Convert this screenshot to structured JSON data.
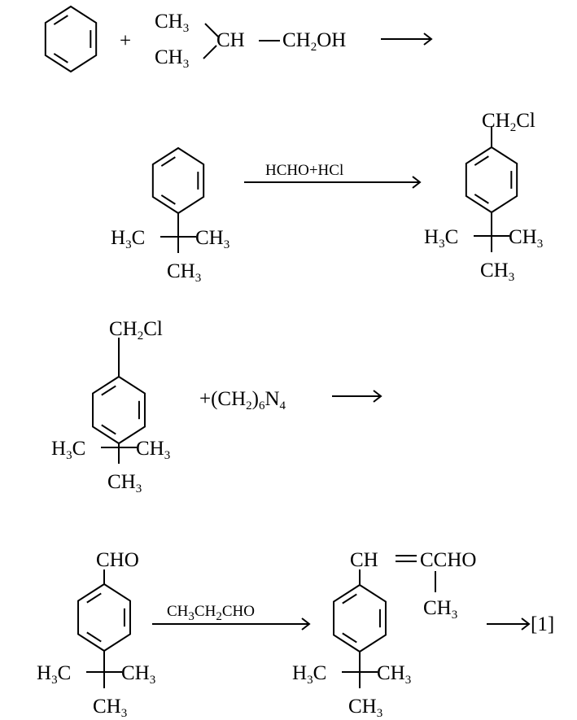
{
  "colors": {
    "ink": "#000000",
    "background": "#ffffff"
  },
  "reaction1": {
    "plus": "+",
    "methyl_top": [
      [
        "CH",
        ""
      ],
      [
        "3",
        "sub"
      ]
    ],
    "methyl_bottom": [
      [
        "CH",
        ""
      ],
      [
        "3",
        "sub"
      ]
    ],
    "ch": [
      [
        "CH",
        ""
      ]
    ],
    "ch2oh": [
      [
        "CH",
        ""
      ],
      [
        "2",
        "sub"
      ],
      [
        "OH",
        ""
      ]
    ]
  },
  "reaction2": {
    "reagent": [
      [
        "HCHO+HCl",
        ""
      ]
    ],
    "reactant": {
      "h3c": [
        [
          "H",
          ""
        ],
        [
          "3",
          "sub"
        ],
        [
          "C",
          ""
        ]
      ],
      "ch3_right": [
        [
          "CH",
          ""
        ],
        [
          "3",
          "sub"
        ]
      ],
      "ch3_bottom": [
        [
          "CH",
          ""
        ],
        [
          "3",
          "sub"
        ]
      ]
    },
    "product": {
      "ch2cl": [
        [
          "CH",
          ""
        ],
        [
          "2",
          "sub"
        ],
        [
          "Cl",
          ""
        ]
      ],
      "h3c": [
        [
          "H",
          ""
        ],
        [
          "3",
          "sub"
        ],
        [
          "C",
          ""
        ]
      ],
      "ch3_right": [
        [
          "CH",
          ""
        ],
        [
          "3",
          "sub"
        ]
      ],
      "ch3_bottom": [
        [
          "CH",
          ""
        ],
        [
          "3",
          "sub"
        ]
      ]
    }
  },
  "reaction3": {
    "ch2cl": [
      [
        "CH",
        ""
      ],
      [
        "2",
        "sub"
      ],
      [
        "Cl",
        ""
      ]
    ],
    "h3c": [
      [
        "H",
        ""
      ],
      [
        "3",
        "sub"
      ],
      [
        "C",
        ""
      ]
    ],
    "ch3_right": [
      [
        "CH",
        ""
      ],
      [
        "3",
        "sub"
      ]
    ],
    "ch3_bottom": [
      [
        "CH",
        ""
      ],
      [
        "3",
        "sub"
      ]
    ],
    "reagent": [
      [
        "+(CH",
        ""
      ],
      [
        "2",
        "sub"
      ],
      [
        ")",
        ""
      ],
      [
        "6",
        "sub"
      ],
      [
        "N",
        ""
      ],
      [
        "4",
        "sub"
      ]
    ]
  },
  "reaction4": {
    "reagent": [
      [
        "CH",
        ""
      ],
      [
        "3",
        "sub"
      ],
      [
        "CH",
        ""
      ],
      [
        "2",
        "sub"
      ],
      [
        "CHO",
        ""
      ]
    ],
    "reactant": {
      "cho": [
        [
          "CHO",
          ""
        ]
      ],
      "h3c": [
        [
          "H",
          ""
        ],
        [
          "3",
          "sub"
        ],
        [
          "C",
          ""
        ]
      ],
      "ch3_right": [
        [
          "CH",
          ""
        ],
        [
          "3",
          "sub"
        ]
      ],
      "ch3_bottom": [
        [
          "CH",
          ""
        ],
        [
          "3",
          "sub"
        ]
      ]
    },
    "product": {
      "ch": [
        [
          "CH",
          ""
        ]
      ],
      "ccho": [
        [
          "CCHO",
          ""
        ]
      ],
      "ch3_branch": [
        [
          "CH",
          ""
        ],
        [
          "3",
          "sub"
        ]
      ],
      "h3c": [
        [
          "H",
          ""
        ],
        [
          "3",
          "sub"
        ],
        [
          "C",
          ""
        ]
      ],
      "ch3_right": [
        [
          "CH",
          ""
        ],
        [
          "3",
          "sub"
        ]
      ],
      "ch3_bottom": [
        [
          "CH",
          ""
        ],
        [
          "3",
          "sub"
        ]
      ]
    },
    "result": "[1]"
  }
}
